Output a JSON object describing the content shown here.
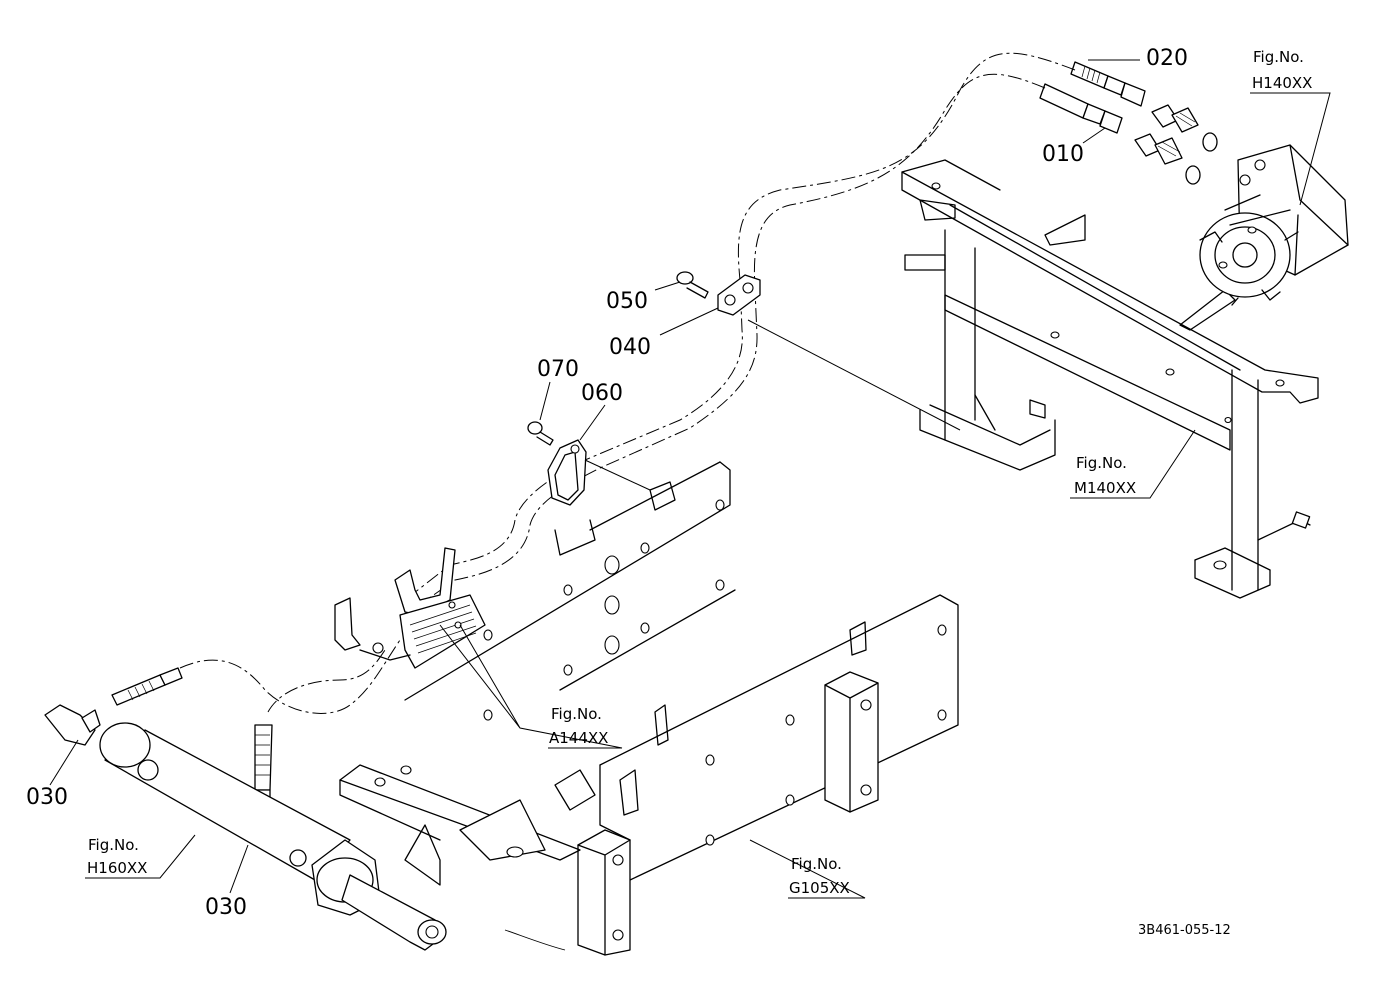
{
  "part_labels": {
    "p010": "010",
    "p020": "020",
    "p030a": "030",
    "p030b": "030",
    "p040": "040",
    "p050": "050",
    "p060": "060",
    "p070": "070"
  },
  "figure_refs": [
    {
      "label": "Fig.No.",
      "ref": "H140XX"
    },
    {
      "label": "Fig.No.",
      "ref": "M140XX"
    },
    {
      "label": "Fig.No.",
      "ref": "A144XX"
    },
    {
      "label": "Fig.No.",
      "ref": "H160XX"
    },
    {
      "label": "Fig.No.",
      "ref": "G105XX"
    }
  ],
  "drawing_id": "3B461-055-12"
}
